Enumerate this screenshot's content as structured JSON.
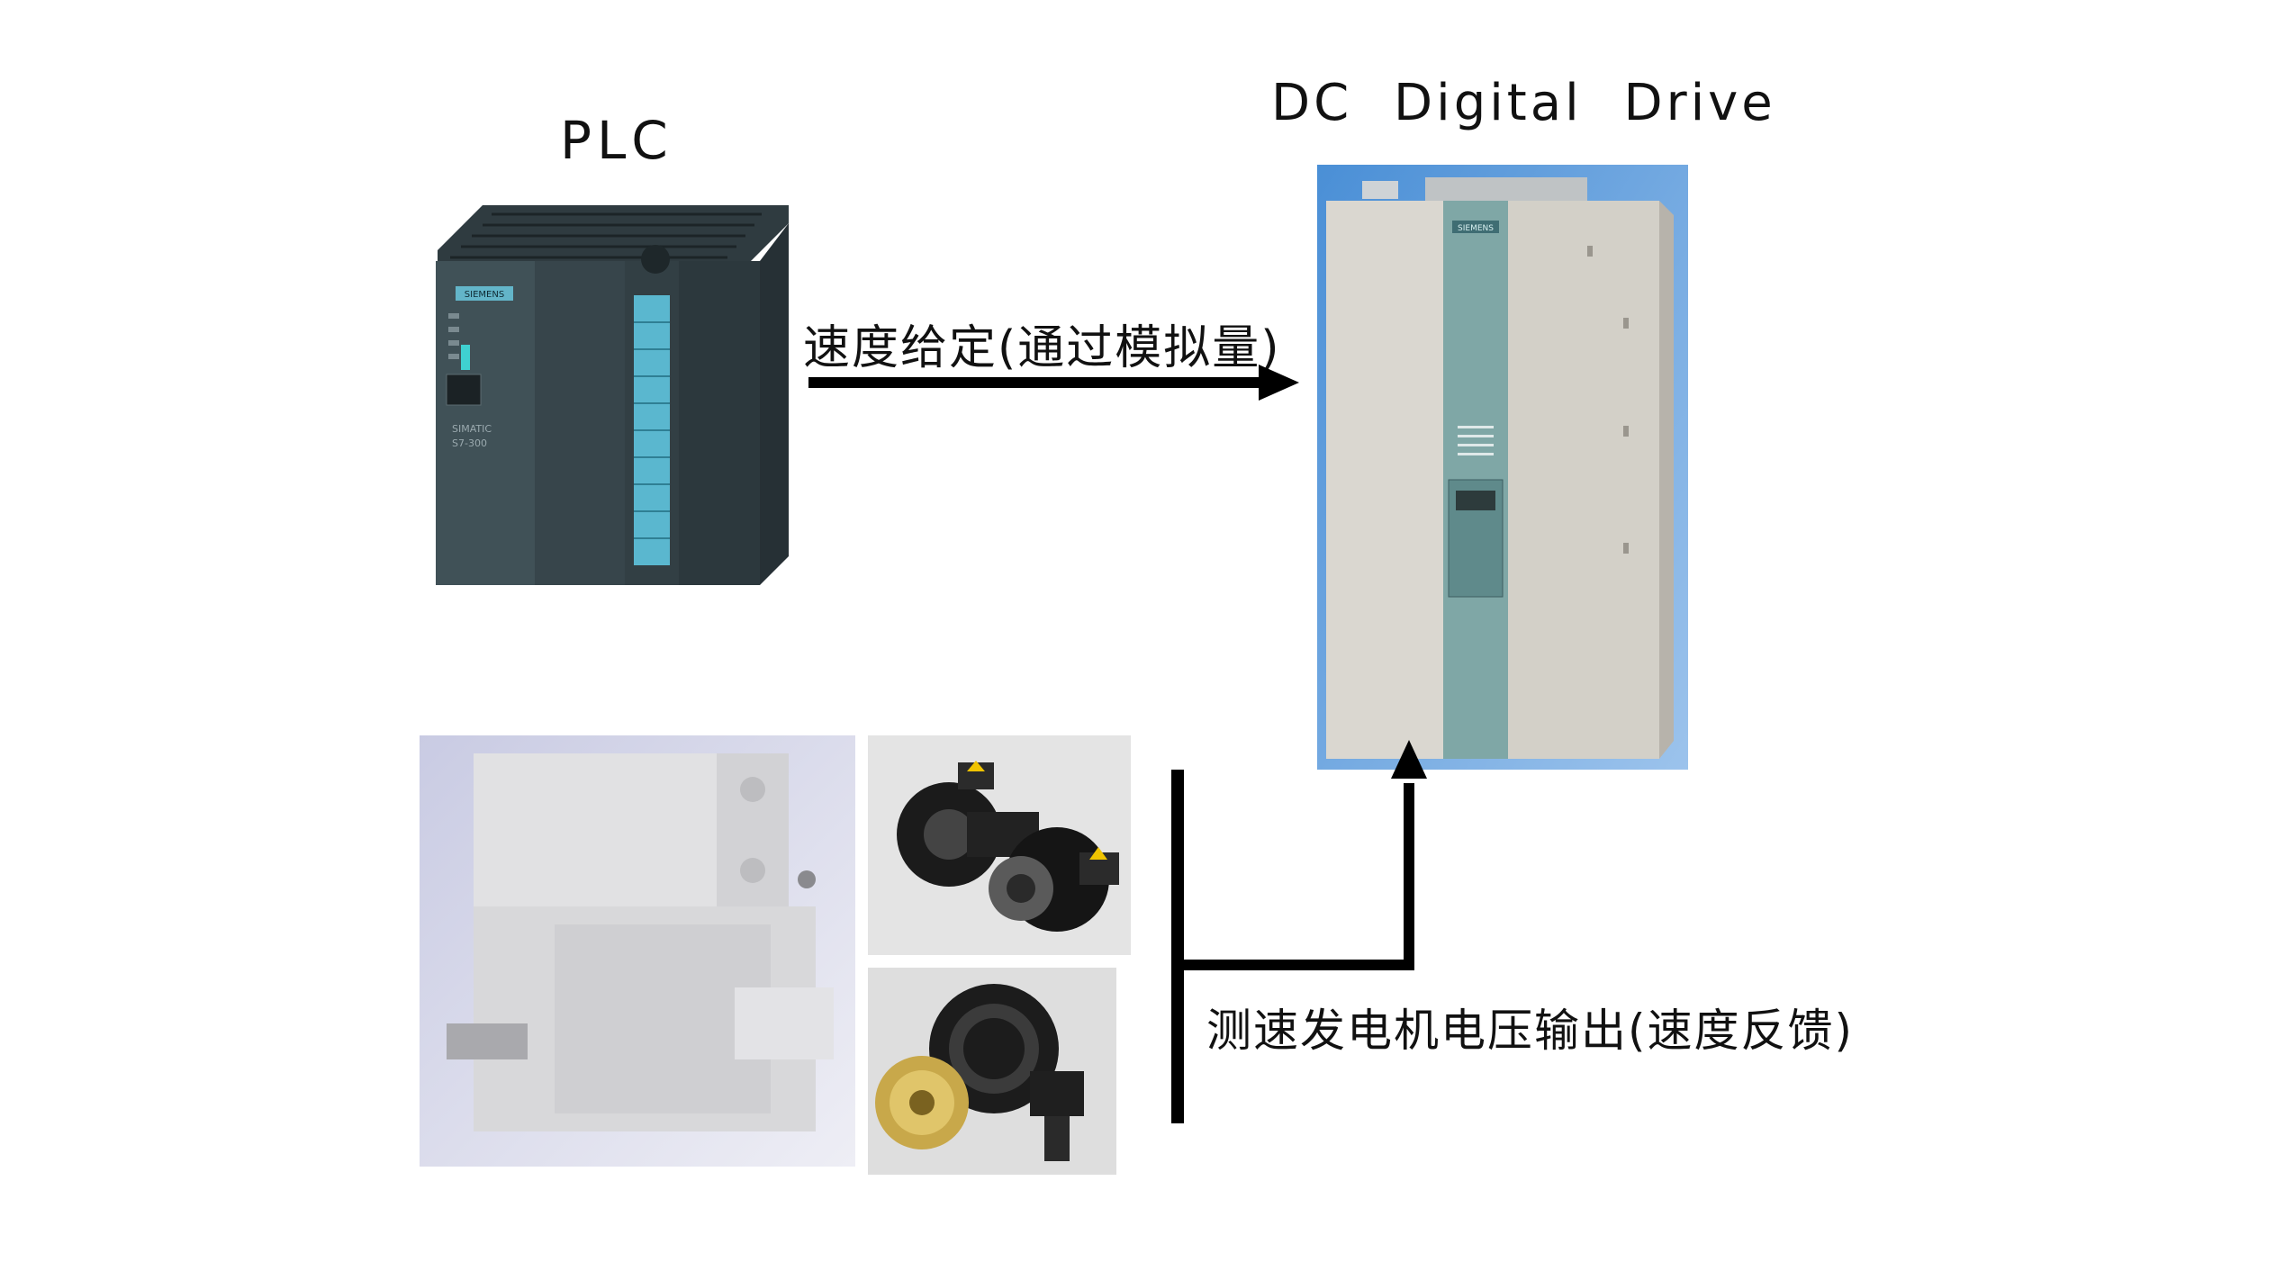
{
  "labels": {
    "plc": "PLC",
    "drive": "DC  Digital Drive",
    "setpoint": "速度给定(通过模拟量)",
    "feedback": "测速发电机电压输出(速度反馈)"
  },
  "plc_module": {
    "brand": "SIEMENS",
    "model_line1": "SIMATIC",
    "model_line2": "S7-300"
  },
  "drive_unit": {
    "brand": "SIEMENS"
  },
  "colors": {
    "plc_body": "#3b4a50",
    "plc_dark": "#2a3438",
    "plc_cyan": "#63c6de",
    "drive_body": "#d9d6cf",
    "drive_stripe": "#7fa7a6",
    "drive_bg": "#3f7fc4",
    "motor_body": "#d6d6d8",
    "arrow": "#000000"
  }
}
